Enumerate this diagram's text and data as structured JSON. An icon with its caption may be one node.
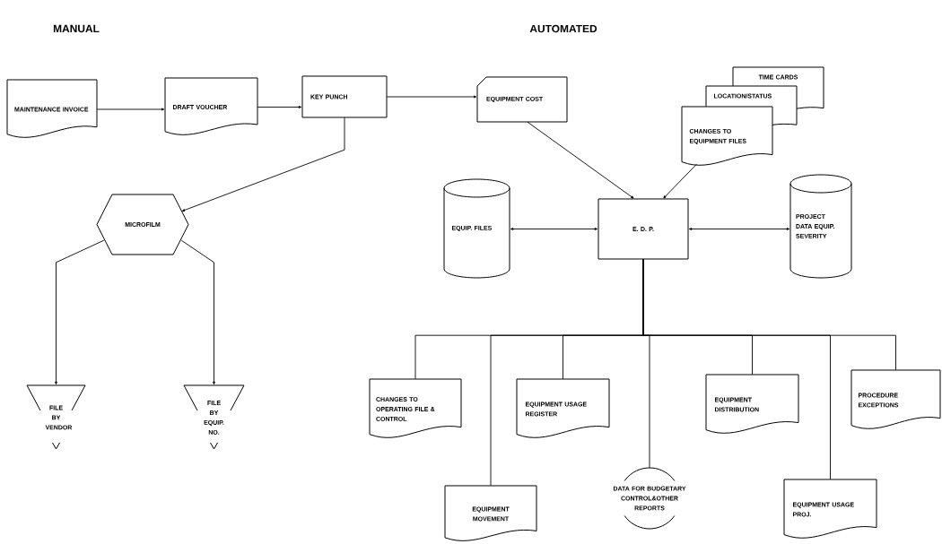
{
  "diagram": {
    "nodes": [
      {
        "text": [
          "MAINTENANCE INVOICE"
        ]
      },
      {
        "text": [
          "DRAFT VOUCHER"
        ]
      },
      {
        "text": [
          "KEY PUNCH"
        ]
      },
      {
        "text": [
          "EQUIPMENT COST"
        ]
      },
      {
        "text": [
          "TIME CARDS"
        ]
      },
      {
        "text": [
          "LOCATION/STATUS"
        ]
      },
      {
        "text": [
          "CHANGES TO EQUIPMENT FILES"
        ]
      },
      {
        "text": [
          "MICROFILM"
        ]
      },
      {
        "text": [
          "EQUIP. FILES"
        ]
      },
      {
        "text": [
          "E. D. P."
        ]
      },
      {
        "text": [
          "PROJECT DATA EQUIP. SEVERITY"
        ]
      },
      {
        "text": [
          "FILE BY VENDOR"
        ]
      },
      {
        "text": [
          "FILE BY EQUIP. NO."
        ]
      },
      {
        "text": [
          "CHANGES TO OPERATING FILE & CONTROL"
        ]
      },
      {
        "text": [
          "EQUIPMENT USAGE REGISTER"
        ]
      },
      {
        "text": [
          "EQUIPMENT DISTRIBUTION"
        ]
      },
      {
        "text": [
          "PROCEDURE EXCEPTIONS"
        ]
      },
      {
        "text": [
          "EQUIPMENT MOVEMENT"
        ]
      },
      {
        "text": [
          "DATA FOR BUDGETARY CONTROL&OTHER REPORTS"
        ]
      },
      {
        "text": [
          "EQUIPMENT USAGE PROJ."
        ]
      }
    ],
    "edges": [
      {
        "from": 0,
        "to": 1,
        "arrow": "to"
      },
      {
        "from": 1,
        "to": 2,
        "arrow": "to"
      },
      {
        "from": 2,
        "to": 3,
        "arrow": "to"
      },
      {
        "from": 2,
        "to": 7,
        "arrow": "to"
      },
      {
        "from": 7,
        "to": 11,
        "arrow": "to"
      },
      {
        "from": 7,
        "to": 12,
        "arrow": "to"
      },
      {
        "from": 3,
        "to": 9,
        "arrow": "to"
      },
      {
        "from": 6,
        "to": 9,
        "arrow": "to"
      },
      {
        "from": 9,
        "to": 8,
        "arrow": "both"
      },
      {
        "from": 9,
        "to": 10,
        "arrow": "both"
      },
      {
        "from": 9,
        "to": 13,
        "arrow": "none"
      },
      {
        "from": 9,
        "to": 14,
        "arrow": "none"
      },
      {
        "from": 9,
        "to": 17,
        "arrow": "none"
      },
      {
        "from": 9,
        "to": 18,
        "arrow": "none"
      },
      {
        "from": 9,
        "to": 15,
        "arrow": "none"
      },
      {
        "from": 9,
        "to": 19,
        "arrow": "none"
      },
      {
        "from": 9,
        "to": 16,
        "arrow": "none"
      }
    ],
    "labels": [
      "MANUAL",
      "AUTOMATED"
    ]
  }
}
